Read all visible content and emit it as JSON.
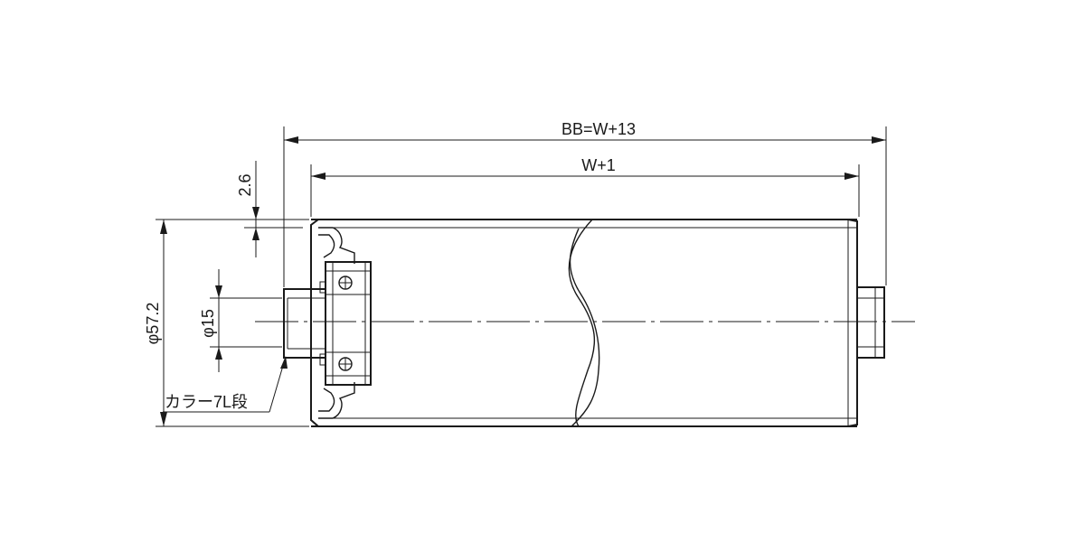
{
  "dimensions": {
    "overall_length": "BB=W+13",
    "inner_length": "W+1",
    "tube_diameter": "φ57.2",
    "shaft_diameter": "φ15",
    "flange_offset": "2.6"
  },
  "callouts": {
    "collar": "カラー7L段"
  }
}
